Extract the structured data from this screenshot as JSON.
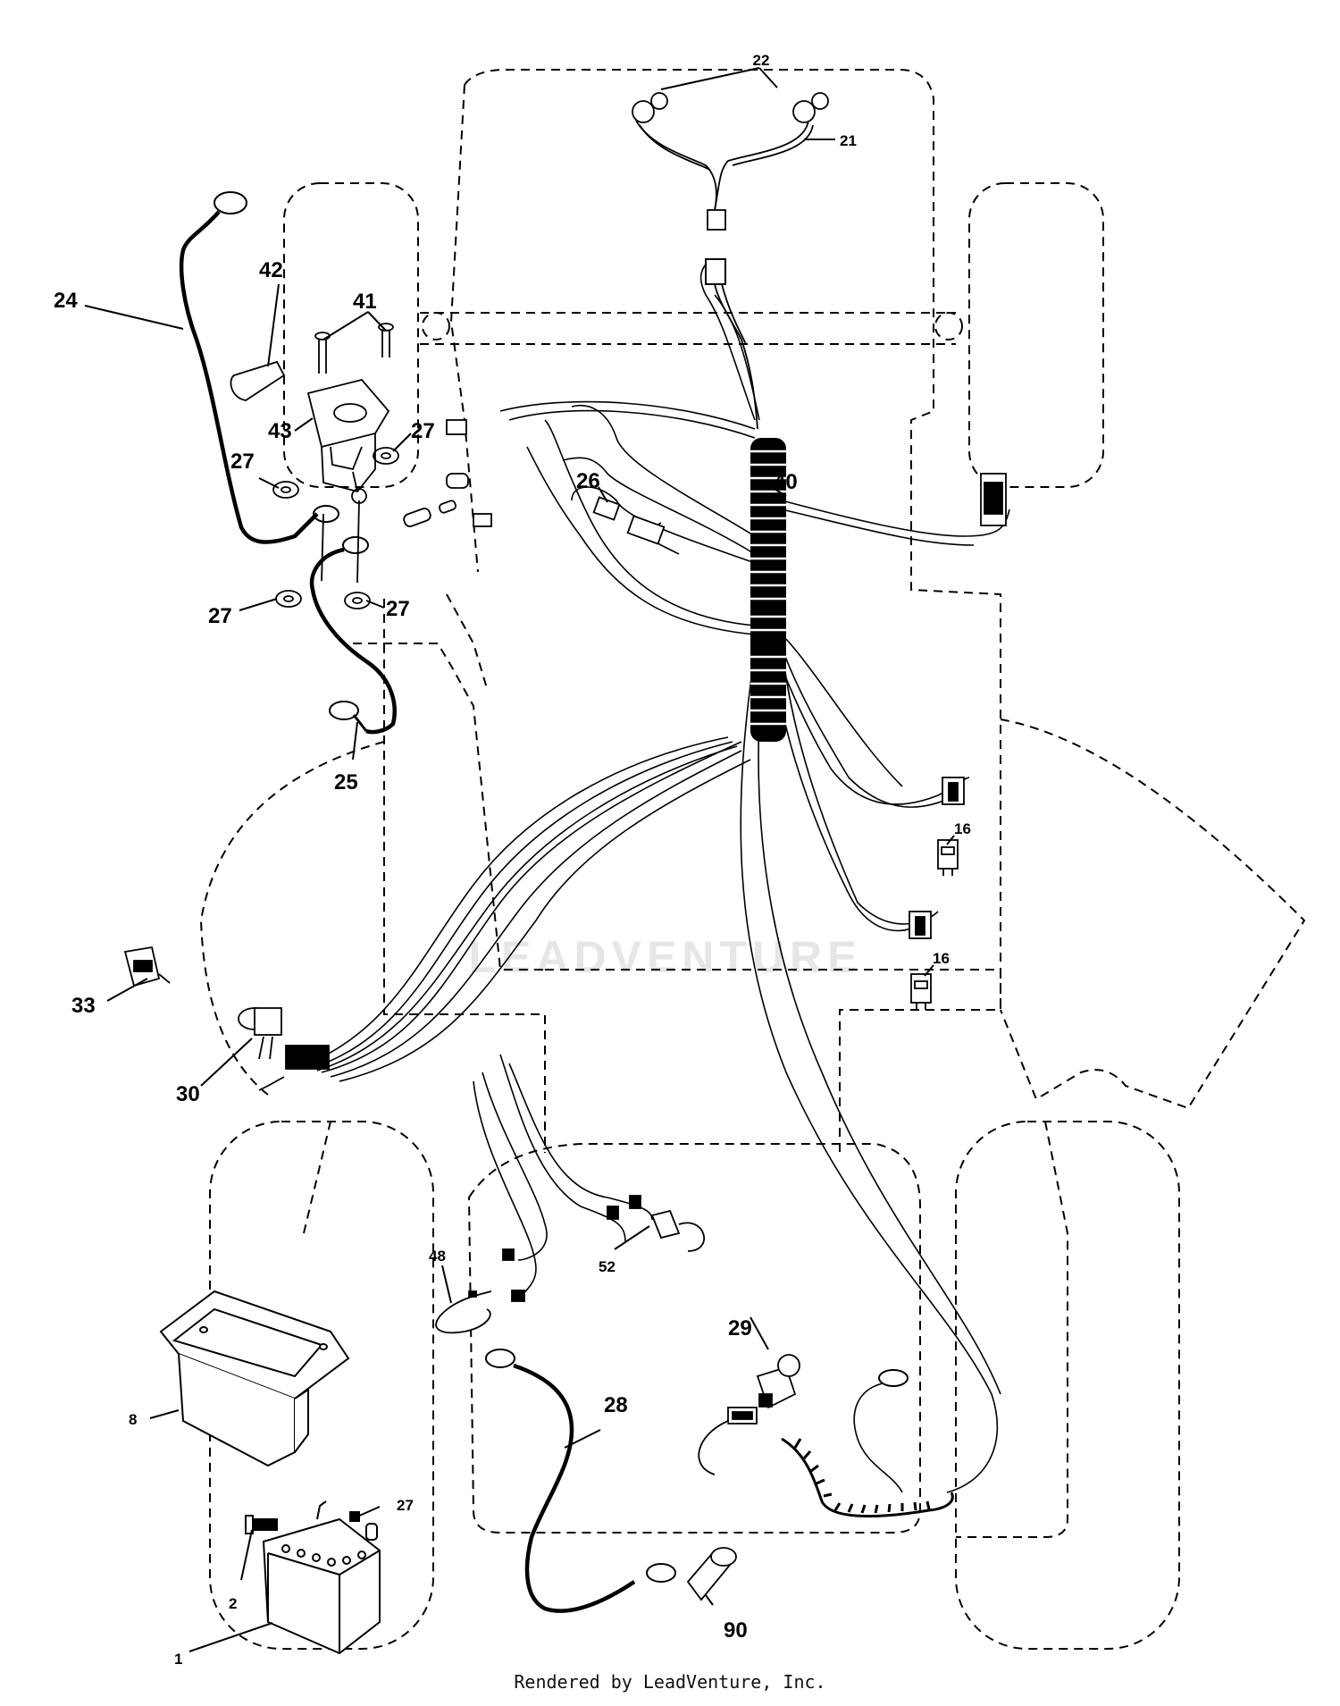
{
  "callouts": {
    "c22": "22",
    "c21": "21",
    "c24": "24",
    "c42": "42",
    "c41": "41",
    "c43": "43",
    "c27a": "27",
    "c27b": "27",
    "c27c": "27",
    "c27d": "27",
    "c27e": "27",
    "c26": "26",
    "c40": "40",
    "c25": "25",
    "c16a": "16",
    "c16b": "16",
    "c33": "33",
    "c30": "30",
    "c48": "48",
    "c52": "52",
    "c29": "29",
    "c28": "28",
    "c8": "8",
    "c2": "2",
    "c1": "1",
    "c90": "90"
  },
  "watermark": "LEADVENTURE",
  "footer": "Rendered by LeadVenture, Inc."
}
